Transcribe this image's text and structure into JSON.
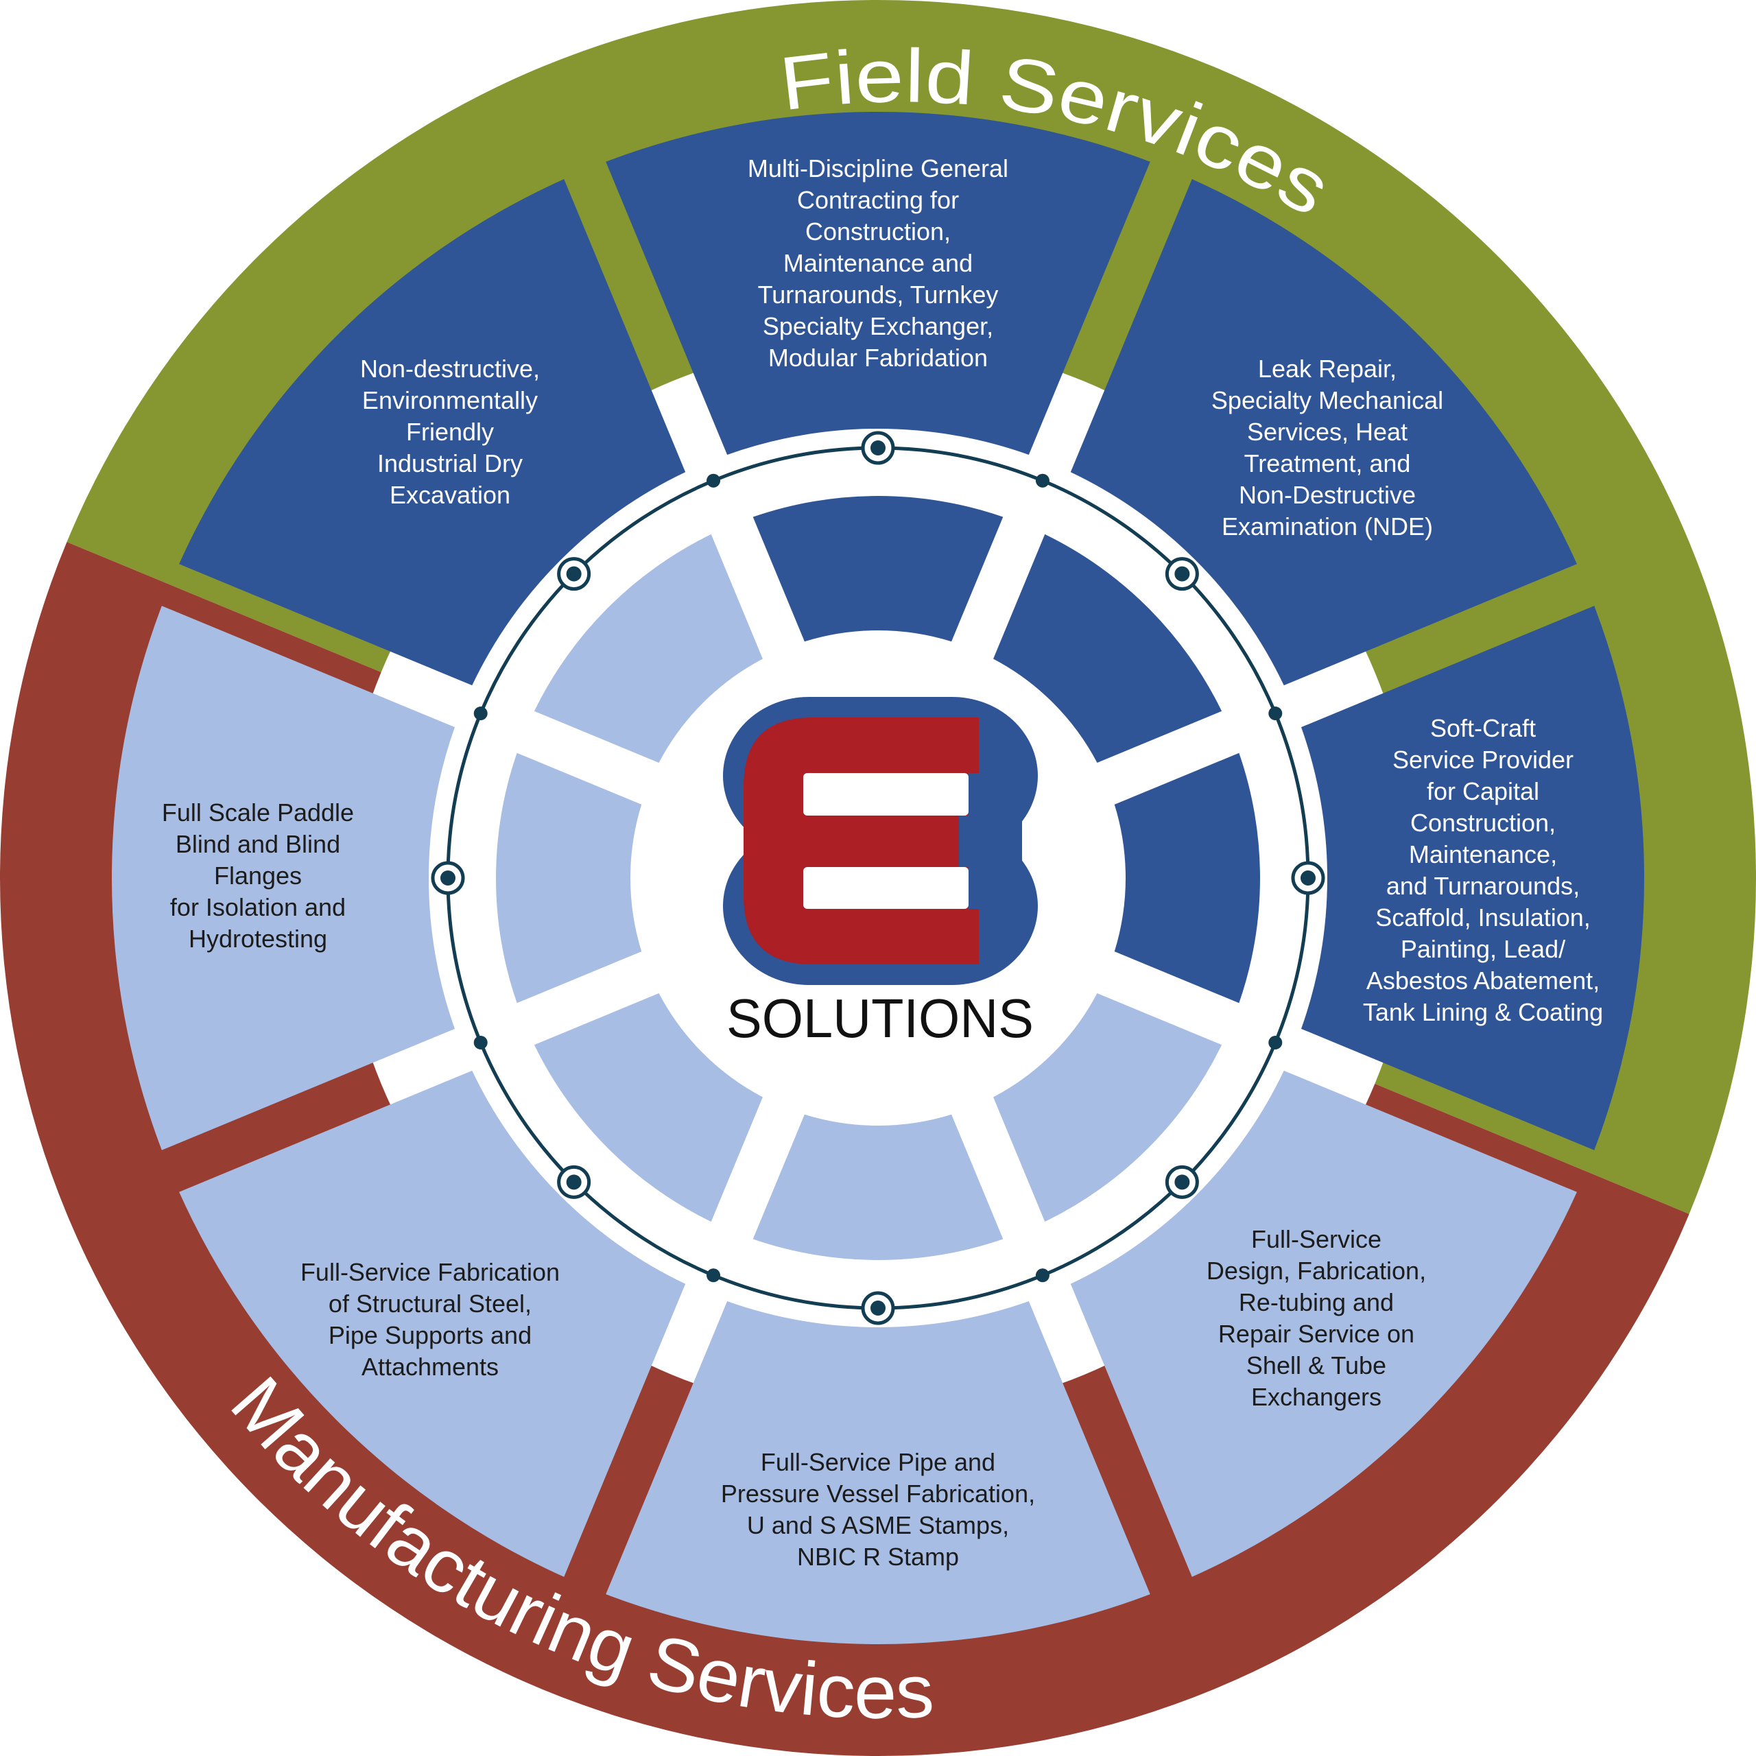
{
  "colors": {
    "field_ring": "#869630",
    "manufacturing_ring": "#973d31",
    "dark_segment": "#2f5596",
    "light_segment": "#a8bde3",
    "logo_red": "#ac1f24",
    "logo_blue": "#2f5596",
    "connector_line": "#123d52"
  },
  "ring_labels": {
    "field": "Field Services",
    "manufacturing": "Manufacturing Services"
  },
  "logo": {
    "letter": "E",
    "wordmark": "SOLUTIONS"
  },
  "segments": [
    {
      "id": "top",
      "tone": "dark",
      "text": "Multi-Discipline General\nContracting for\nConstruction,\nMaintenance and\nTurnarounds, Turnkey\nSpecialty Exchanger,\nModular Fabridation"
    },
    {
      "id": "top-right",
      "tone": "dark",
      "text": "Leak Repair,\nSpecialty Mechanical\nServices, Heat\nTreatment, and\nNon-Destructive\nExamination (NDE)"
    },
    {
      "id": "right",
      "tone": "dark",
      "text": "Soft-Craft\nService Provider\nfor Capital\nConstruction,\nMaintenance,\nand Turnarounds,\nScaffold, Insulation,\nPainting, Lead/\nAsbestos Abatement,\nTank Lining & Coating"
    },
    {
      "id": "bottom-right",
      "tone": "light",
      "text": "Full-Service\nDesign, Fabrication,\nRe-tubing and\nRepair Service on\nShell & Tube\nExchangers"
    },
    {
      "id": "bottom",
      "tone": "light",
      "text": "Full-Service Pipe and\nPressure Vessel Fabrication,\nU and S ASME Stamps,\nNBIC R Stamp"
    },
    {
      "id": "bottom-left",
      "tone": "light",
      "text": "Full-Service Fabrication\nof Structural Steel,\nPipe Supports and\nAttachments"
    },
    {
      "id": "left",
      "tone": "light",
      "text": "Full Scale Paddle\nBlind and Blind\nFlanges\nfor Isolation and\nHydrotesting"
    },
    {
      "id": "top-left",
      "tone": "dark",
      "text": "Non-destructive,\nEnvironmentally\nFriendly\nIndustrial Dry\nExcavation"
    }
  ],
  "inner_segments": [
    "dark",
    "dark",
    "dark",
    "light",
    "light",
    "light",
    "light",
    "light"
  ]
}
